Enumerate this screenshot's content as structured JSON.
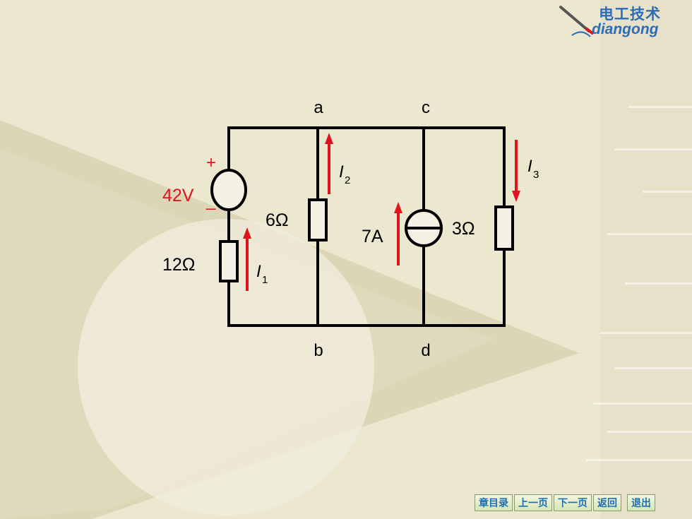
{
  "logo": {
    "cn": "电工技术",
    "en": "diangong"
  },
  "colors": {
    "wire": "#000000",
    "accent": "#e0141c",
    "nav_text": "#1f6fb5",
    "logo": "#2a6db8"
  },
  "circuit": {
    "nodes": {
      "a": "a",
      "b": "b",
      "c": "c",
      "d": "d"
    },
    "source_voltage": "42V",
    "source_plus": "+",
    "source_minus": "_",
    "r_series": "12Ω",
    "r_mid": "6Ω",
    "current_source": "7A",
    "r_right": "3Ω",
    "currents": {
      "i1": {
        "main": "I",
        "sub": "1"
      },
      "i2": {
        "main": "I",
        "sub": "2"
      },
      "i3": {
        "main": "I",
        "sub": "3"
      }
    }
  },
  "nav": {
    "chapter": "章目录",
    "prev": "上一页",
    "next": "下一页",
    "back": "返回",
    "exit": "退出"
  }
}
